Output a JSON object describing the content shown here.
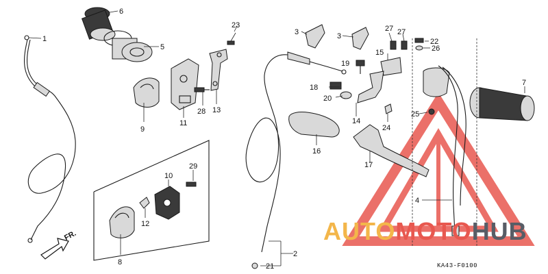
{
  "callouts": [
    "1",
    "2",
    "3",
    "3",
    "4",
    "5",
    "6",
    "7",
    "8",
    "9",
    "10",
    "11",
    "12",
    "13",
    "14",
    "15",
    "16",
    "17",
    "18",
    "19",
    "20",
    "21",
    "22",
    "23",
    "24",
    "25",
    "26",
    "27",
    "27",
    "28",
    "29"
  ],
  "front_label": "FR.",
  "drawing_code": "KA43-F0100",
  "watermark": {
    "part1": "AUTO",
    "part2": "MOTO",
    "part3": "HUB"
  },
  "colors": {
    "watermark_red": "#e8584f",
    "watermark_orange": "#f3b64a",
    "watermark_gray": "#585d66",
    "lines": "#1a1a1a"
  }
}
